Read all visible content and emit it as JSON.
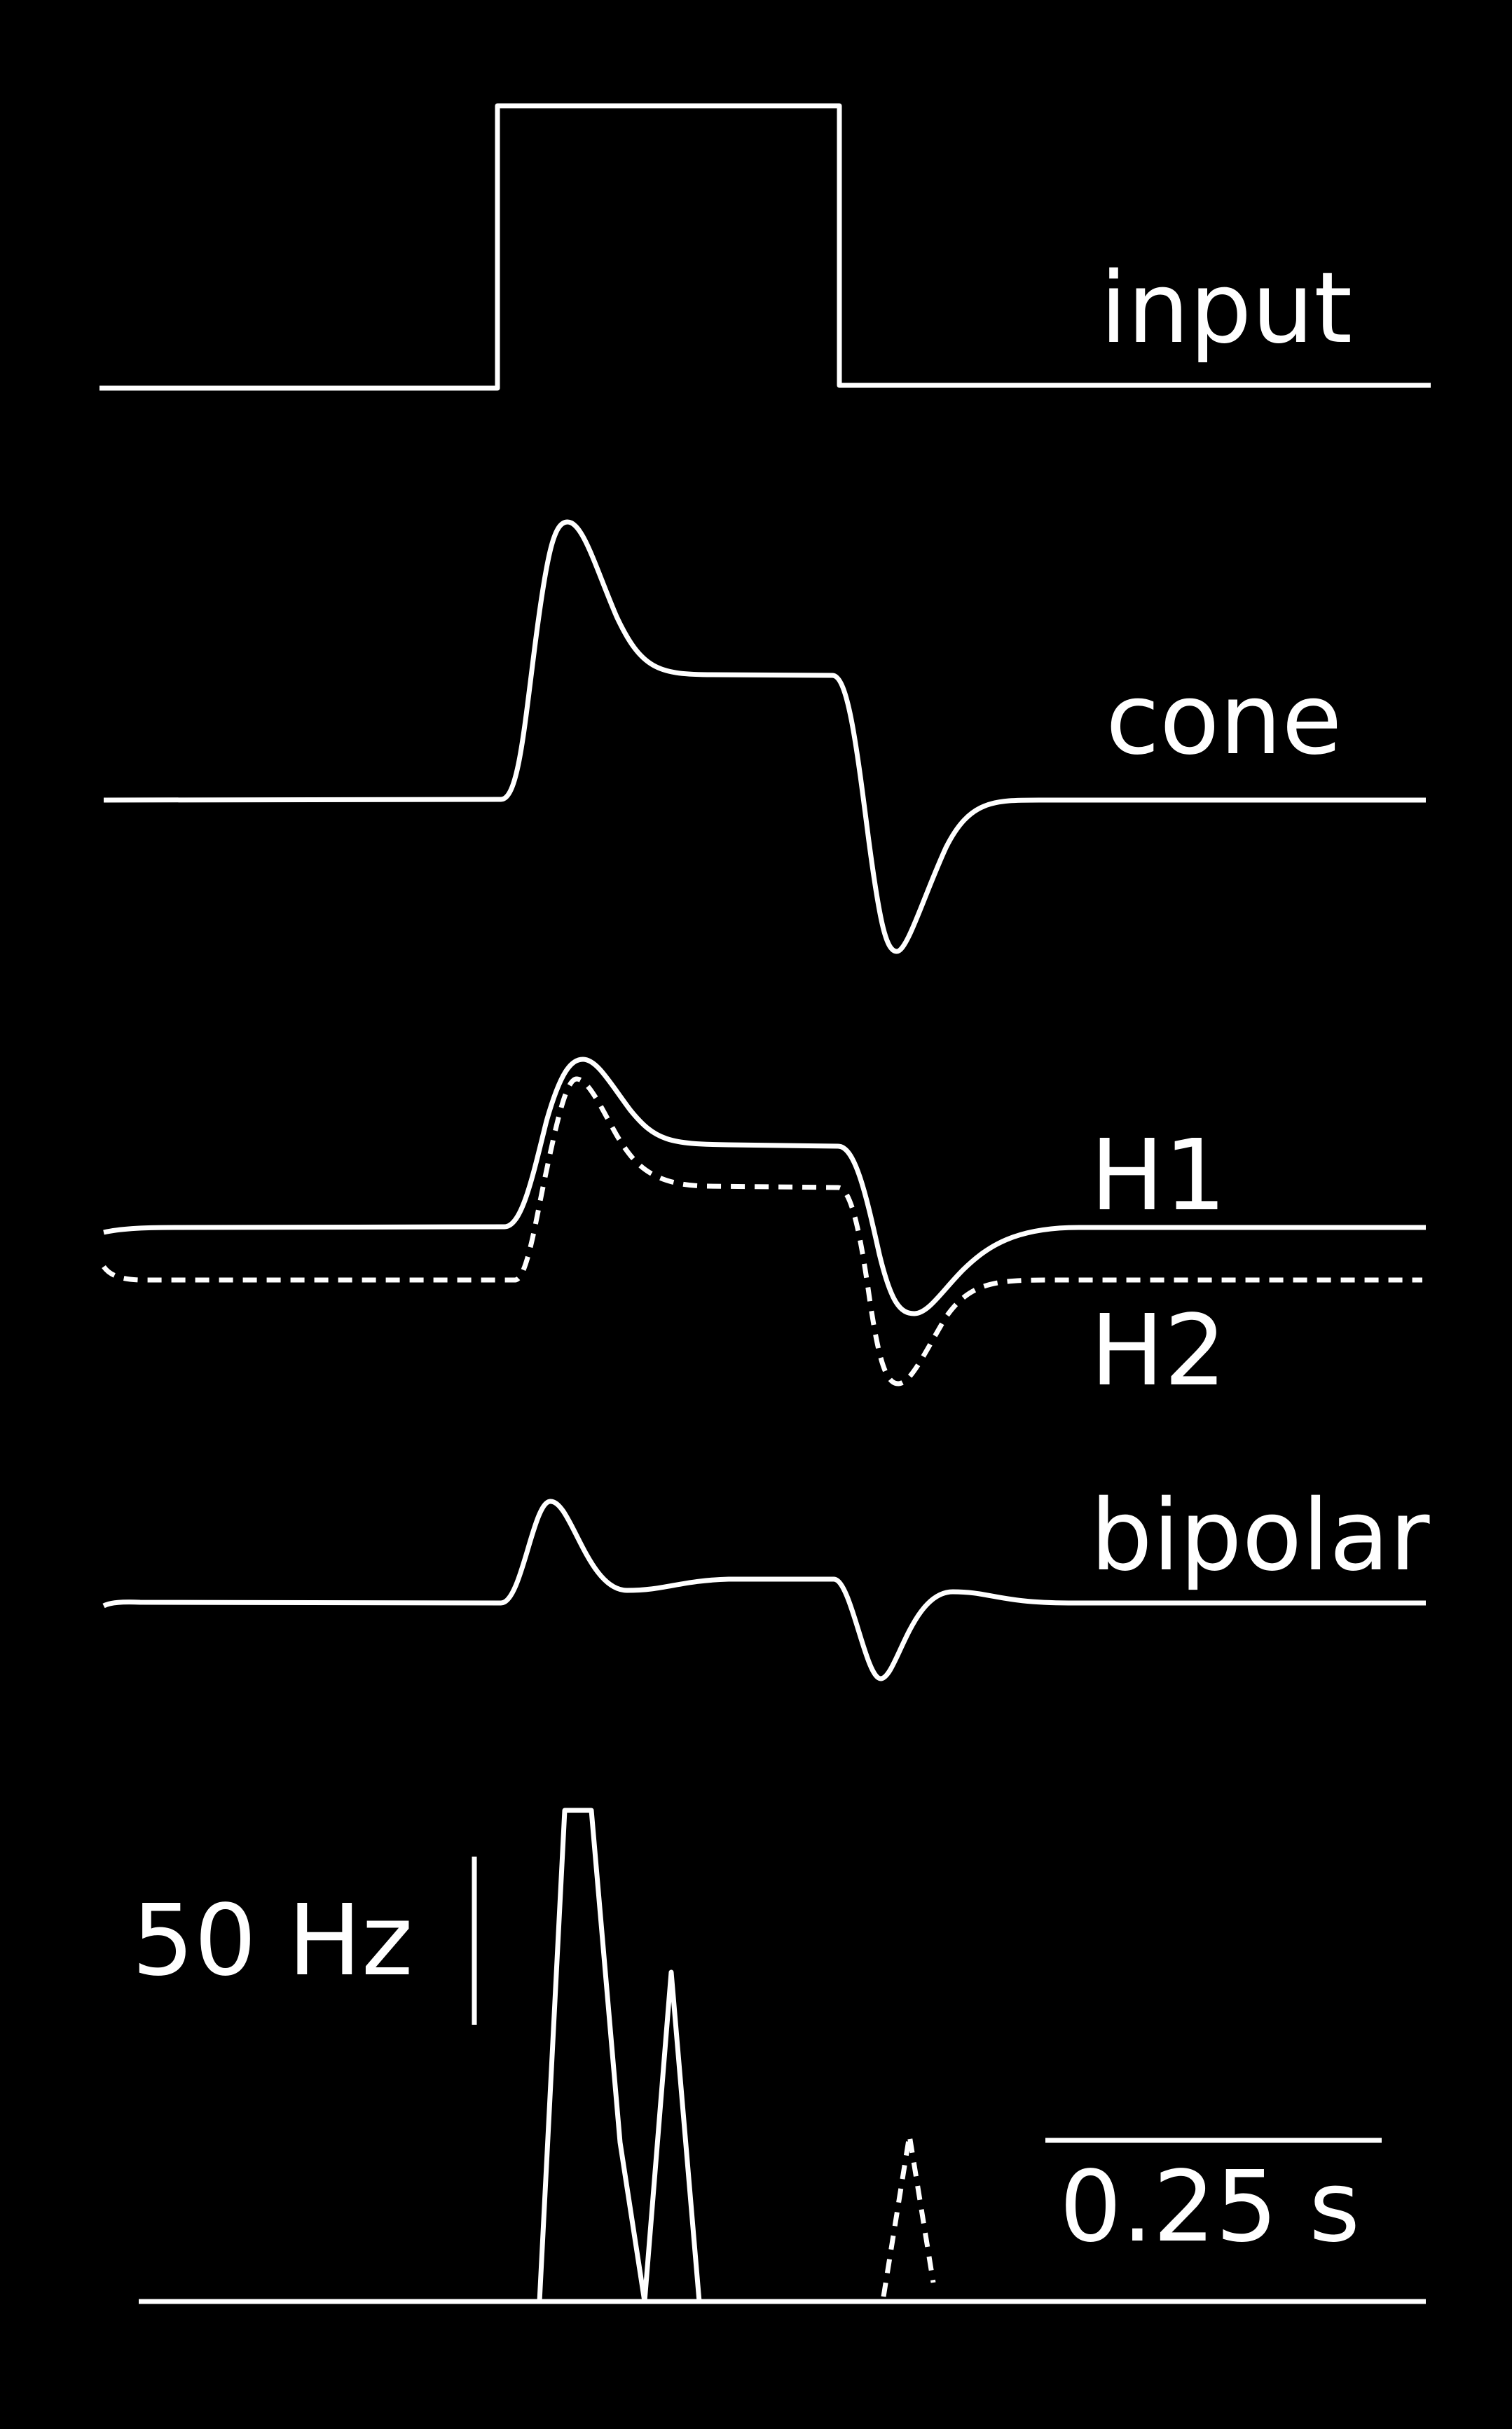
{
  "panels": {
    "input": {
      "label": "input"
    },
    "cone": {
      "label": "cone"
    },
    "horizontal": {
      "label_solid": "H1",
      "label_dashed": "H2"
    },
    "bipolar": {
      "label": "bipolar"
    },
    "rate": {
      "rate_scale_label": "50 Hz",
      "time_scale_label": "0.25 s"
    }
  },
  "colors": {
    "background": "#000000",
    "trace": "#ffffff"
  }
}
